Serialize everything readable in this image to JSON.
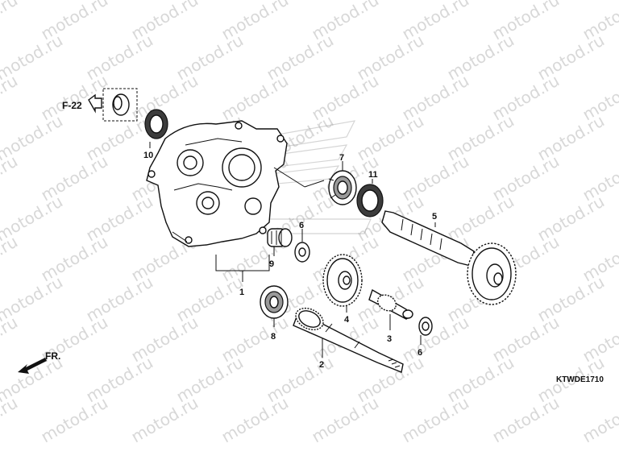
{
  "diagram": {
    "watermark_text": "motod.ru",
    "diagram_code": "KTWDE1710",
    "reference": {
      "label": "F-22"
    },
    "front_marker": {
      "label": "FR."
    },
    "callouts": [
      {
        "id": "c1",
        "label": "1"
      },
      {
        "id": "c2",
        "label": "2"
      },
      {
        "id": "c3",
        "label": "3"
      },
      {
        "id": "c4",
        "label": "4"
      },
      {
        "id": "c5",
        "label": "5"
      },
      {
        "id": "c6a",
        "label": "6"
      },
      {
        "id": "c6b",
        "label": "6"
      },
      {
        "id": "c7",
        "label": "7"
      },
      {
        "id": "c8",
        "label": "8"
      },
      {
        "id": "c9",
        "label": "9"
      },
      {
        "id": "c10",
        "label": "10"
      },
      {
        "id": "c11",
        "label": "11"
      }
    ]
  }
}
